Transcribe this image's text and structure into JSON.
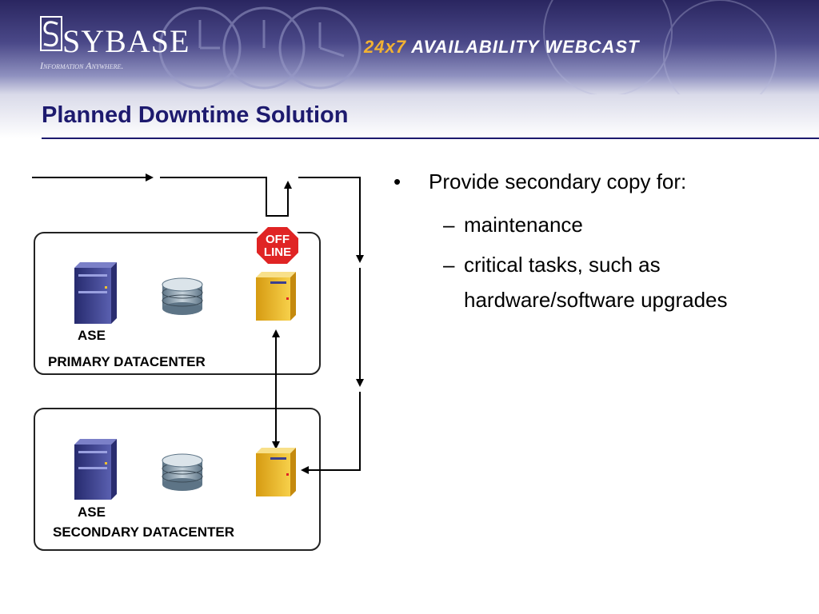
{
  "header": {
    "logo": "SYBASE",
    "tagline": "Information Anywhere.",
    "webcast_prefix": "24x7",
    "webcast_rest": " AVAILABILITY WEBCAST"
  },
  "slide": {
    "title": "Planned Downtime Solution"
  },
  "diagram": {
    "offline_sign": [
      "OFF",
      "LINE"
    ],
    "primary": {
      "server_label": "ASE",
      "datacenter_label": "PRIMARY DATACENTER"
    },
    "secondary": {
      "server_label": "ASE",
      "datacenter_label": "SECONDARY DATACENTER"
    },
    "colors": {
      "server_blue": "#3b3f8f",
      "server_yellow": "#f2c12e",
      "stop_red": "#e02424",
      "title_navy": "#1d1a6e"
    }
  },
  "bullets": {
    "main": "Provide secondary copy for:",
    "subs": [
      "maintenance",
      "critical tasks, such as",
      "hardware/software upgrades"
    ]
  }
}
